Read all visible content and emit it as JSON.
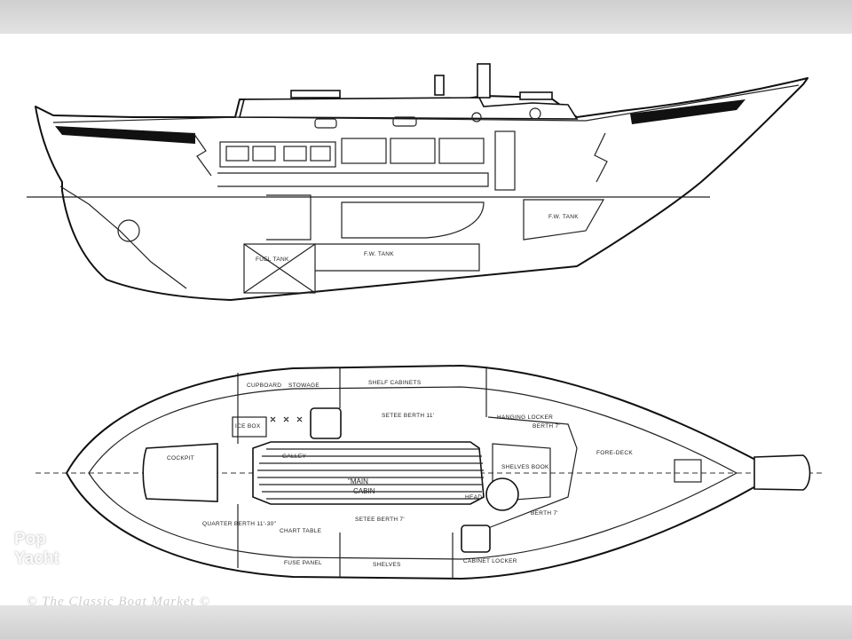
{
  "labels": {
    "fuel_tank": "FUEL TANK",
    "fw_tank_profile": "F.W. TANK",
    "fw_tank_bow": "F.W. TANK",
    "cupboard": "CUPBOARD",
    "stowage": "STOWAGE",
    "shelf_cabinets": "SHELF CABINETS",
    "settee_berth_top": "SETEE BERTH 11'",
    "hanging_locker": "HANGING LOCKER",
    "ice_box": "ICE BOX",
    "cockpit": "COCKPIT",
    "galley": "GALLEY",
    "main": "\"MAIN",
    "cabin": "CABIN",
    "foredeck": "FORE-DECK",
    "berth_top": "BERTH 7'",
    "berth_bottom": "BERTH 7'",
    "quarter_berth": "QUARTER BERTH 11'-30\"",
    "chart_table": "CHART TABLE",
    "settee_berth_bottom": "SETEE BERTH 7'",
    "fuse_panel": "FUSE PANEL",
    "shelves": "SHELVES",
    "cabinet_locker": "CABINET LOCKER",
    "head": "HEAD",
    "shelves_book": "SHELVES BOOK"
  },
  "watermark": {
    "line1": "Pop",
    "line2": "Yacht"
  },
  "caption": "© The Classic Boat Market ©"
}
